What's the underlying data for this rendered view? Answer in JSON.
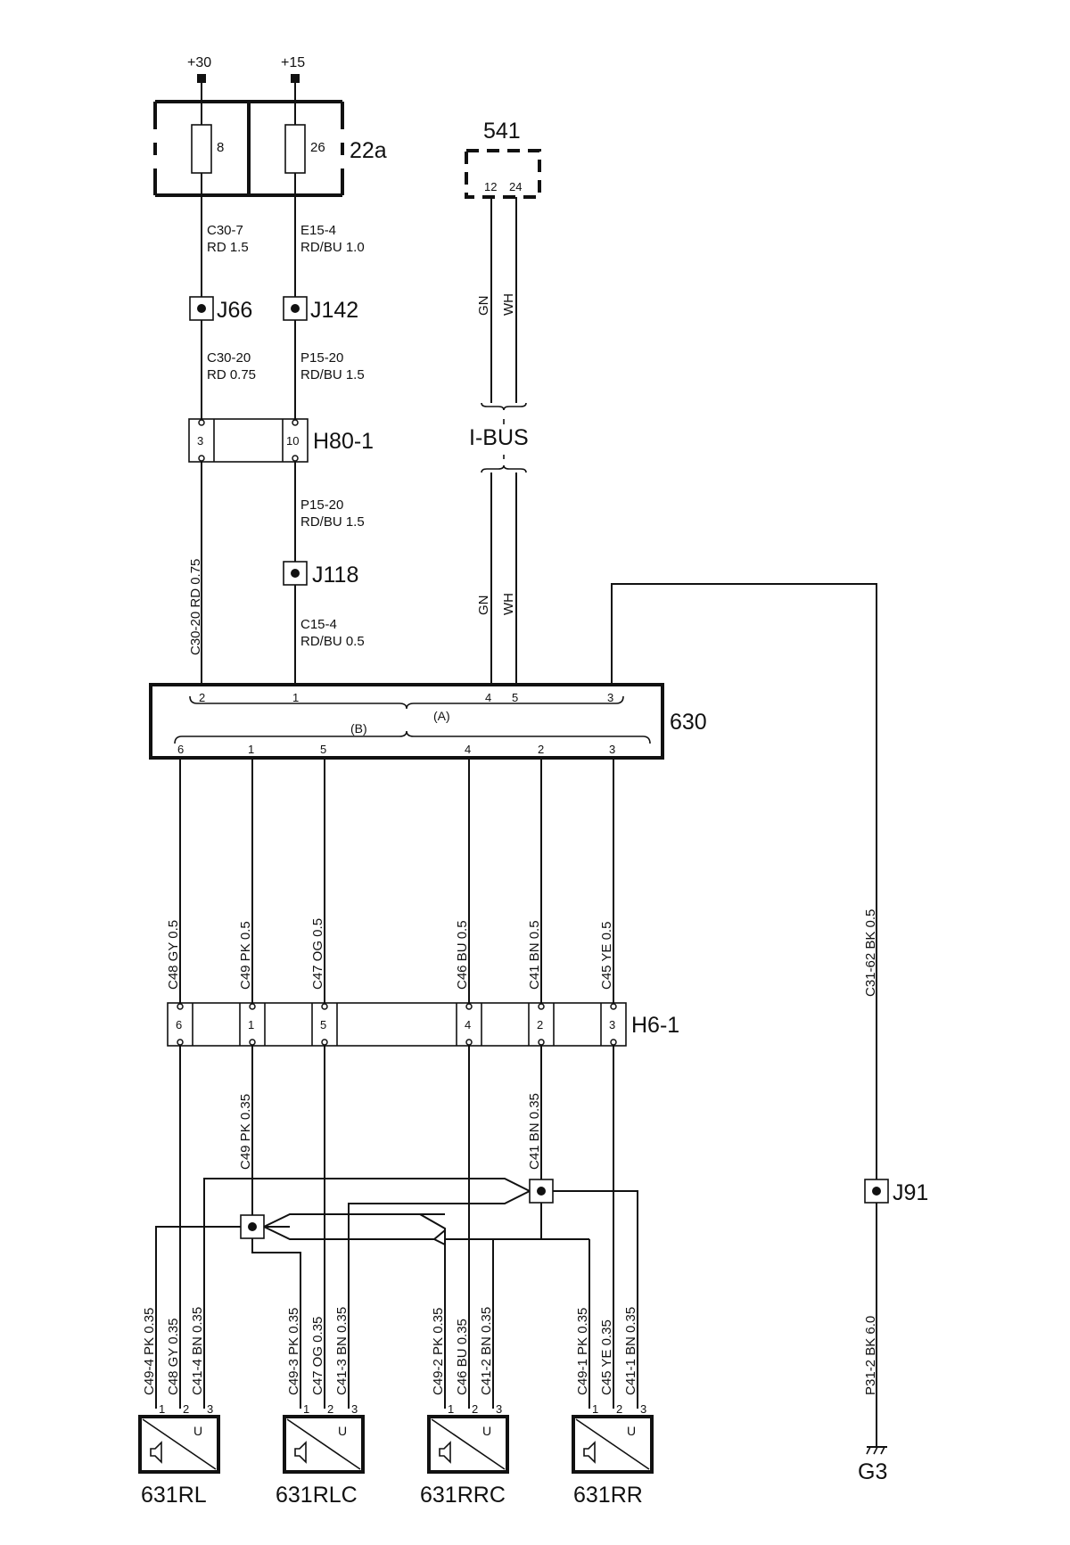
{
  "supplies": {
    "p30": "+30",
    "p15": "+15"
  },
  "fusebox": {
    "label": "22a",
    "fuse1": "8",
    "fuse2": "26"
  },
  "module541": {
    "label": "541",
    "pin1": "12",
    "pin2": "24"
  },
  "wires": {
    "c30_7_a": "C30-7",
    "c30_7_b": "RD  1.5",
    "e15_4_a": "E15-4",
    "e15_4_b": "RD/BU  1.0",
    "c30_20_a": "C30-20",
    "c30_20_b": "RD  0.75",
    "p15_20_a": "P15-20",
    "p15_20_b": "RD/BU  1.5",
    "p15_20b_a": "P15-20",
    "p15_20b_b": "RD/BU  1.5",
    "c30_20_v": "C30-20  RD  0.75",
    "c15_4_a": "C15-4",
    "c15_4_b": "RD/BU  0.5",
    "gn_top": "GN",
    "wh_top": "WH",
    "gn_bot": "GN",
    "wh_bot": "WH",
    "c48": "C48  GY  0.5",
    "c49": "C49  PK  0.5",
    "c47": "C47  OG  0.5",
    "c46": "C46  BU  0.5",
    "c41": "C41  BN  0.5",
    "c45": "C45  YE  0.5",
    "c31_62": "C31-62  BK  0.5",
    "c49_035": "C49  PK  0.35",
    "c41_035": "C41  BN  0.35",
    "p31_2": "P31-2  BK  6.0"
  },
  "junctions": {
    "j66": "J66",
    "j142": "J142",
    "j118": "J118",
    "j91": "J91"
  },
  "bus": {
    "label": "I-BUS"
  },
  "connector_h80": {
    "label": "H80-1",
    "pin_a": "3",
    "pin_b": "10"
  },
  "module630": {
    "label": "630",
    "group_a": "(A)",
    "group_b": "(B)",
    "pins_a": [
      "2",
      "1",
      "4",
      "5",
      "3"
    ],
    "pins_b": [
      "6",
      "1",
      "5",
      "4",
      "2",
      "3"
    ]
  },
  "connector_h6": {
    "label": "H6-1",
    "pins": [
      "6",
      "1",
      "5",
      "4",
      "2",
      "3"
    ]
  },
  "ground": {
    "label": "G3"
  },
  "speakers": [
    {
      "label": "631RL",
      "u": "U",
      "pins": [
        "1",
        "2",
        "3"
      ],
      "wires": [
        "C49-4  PK  0.35",
        "C48  GY  0.35",
        "C41-4  BN  0.35"
      ]
    },
    {
      "label": "631RLC",
      "u": "U",
      "pins": [
        "1",
        "2",
        "3"
      ],
      "wires": [
        "C49-3  PK  0.35",
        "C47  OG  0.35",
        "C41-3  BN  0.35"
      ]
    },
    {
      "label": "631RRC",
      "u": "U",
      "pins": [
        "1",
        "2",
        "3"
      ],
      "wires": [
        "C49-2  PK  0.35",
        "C46  BU  0.35",
        "C41-2  BN  0.35"
      ]
    },
    {
      "label": "631RR",
      "u": "U",
      "pins": [
        "1",
        "2",
        "3"
      ],
      "wires": [
        "C49-1  PK  0.35",
        "C45  YE  0.35",
        "C41-1  BN  0.35"
      ]
    }
  ]
}
